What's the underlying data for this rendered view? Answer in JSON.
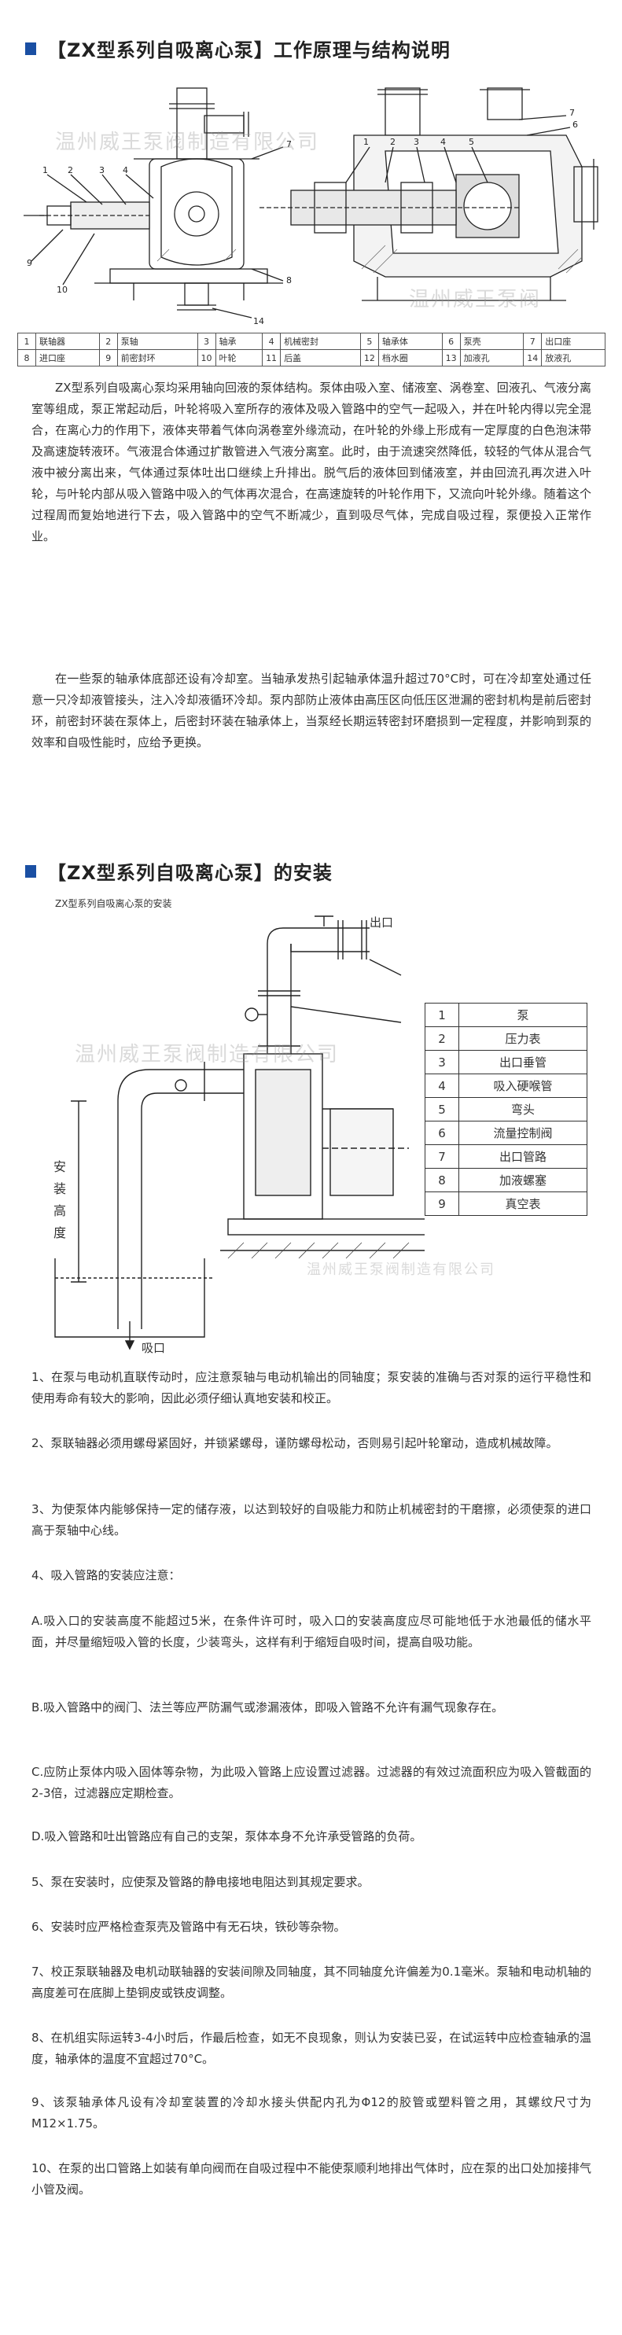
{
  "section1": {
    "title": "【ZX型系列自吸离心泵】工作原理与结构说明",
    "watermark_left": "温州威王泵阀制造有限公司",
    "watermark_right": "温州威王泵阀",
    "legend": [
      {
        "n": "1",
        "label": "联轴器"
      },
      {
        "n": "2",
        "label": "泵轴"
      },
      {
        "n": "3",
        "label": "轴承"
      },
      {
        "n": "4",
        "label": "机械密封"
      },
      {
        "n": "5",
        "label": "轴承体"
      },
      {
        "n": "6",
        "label": "泵壳"
      },
      {
        "n": "7",
        "label": "出口座"
      },
      {
        "n": "8",
        "label": "进口座"
      },
      {
        "n": "9",
        "label": "前密封环"
      },
      {
        "n": "10",
        "label": "叶轮"
      },
      {
        "n": "11",
        "label": "后盖"
      },
      {
        "n": "12",
        "label": "档水圈"
      },
      {
        "n": "13",
        "label": "加液孔"
      },
      {
        "n": "14",
        "label": "放液孔"
      }
    ],
    "para1": "ZX型系列自吸离心泵均采用轴向回液的泵体结构。泵体由吸入室、储液室、涡卷室、回液孔、气液分离室等组成，泵正常起动后，叶轮将吸入室所存的液体及吸入管路中的空气一起吸入，并在叶轮内得以完全混合，在离心力的作用下，液体夹带着气体向涡卷室外缘流动，在叶轮的外缘上形成有一定厚度的白色泡沫带及高速旋转液环。气液混合体通过扩散管进入气液分离室。此时，由于流速突然降低，较轻的气体从混合气液中被分离出来，气体通过泵体吐出口继续上升排出。脱气后的液体回到储液室，并由回流孔再次进入叶轮，与叶轮内部从吸入管路中吸入的气体再次混合，在高速旋转的叶轮作用下，又流向叶轮外缘。随着这个过程周而复始地进行下去，吸入管路中的空气不断减少，直到吸尽气体，完成自吸过程，泵便投入正常作业。",
    "para2": "在一些泵的轴承体底部还设有冷却室。当轴承发热引起轴承体温升超过70°C时，可在冷却室处通过任意一只冷却液管接头，注入冷却液循环冷却。泵内部防止液体由高压区向低压区泄漏的密封机构是前后密封环，前密封环装在泵体上，后密封环装在轴承体上，当泵经长期运转密封环磨损到一定程度，并影响到泵的效率和自吸性能时，应给予更换。"
  },
  "section2": {
    "title": "【ZX型系列自吸离心泵】的安装",
    "figure_caption": "ZX型系列自吸离心泵的安装",
    "outlet_label": "出口",
    "inlet_label": "吸口",
    "height_label": [
      "安",
      "装",
      "高",
      "度"
    ],
    "watermark": "温州威王泵阀制造有限公司",
    "watermark2": "温州威王泵阀制造有限公司",
    "legend": [
      {
        "n": "1",
        "label": "泵"
      },
      {
        "n": "2",
        "label": "压力表"
      },
      {
        "n": "3",
        "label": "出口垂管"
      },
      {
        "n": "4",
        "label": "吸入硬喉管"
      },
      {
        "n": "5",
        "label": "弯头"
      },
      {
        "n": "6",
        "label": "流量控制阀"
      },
      {
        "n": "7",
        "label": "出口管路"
      },
      {
        "n": "8",
        "label": "加液螺塞"
      },
      {
        "n": "9",
        "label": "真空表"
      }
    ],
    "items": [
      "1、在泵与电动机直联传动时，应注意泵轴与电动机输出的同轴度；泵安装的准确与否对泵的运行平稳性和使用寿命有较大的影响，因此必须仔细认真地安装和校正。",
      "2、泵联轴器必须用螺母紧固好，并锁紧螺母，谨防螺母松动，否则易引起叶轮窜动，造成机械故障。",
      "3、为使泵体内能够保持一定的储存液，以达到较好的自吸能力和防止机械密封的干磨擦，必须使泵的进口高于泵轴中心线。",
      "4、吸入管路的安装应注意：",
      "A.吸入口的安装高度不能超过5米，在条件许可时，吸入口的安装高度应尽可能地低于水池最低的储水平面，并尽量缩短吸入管的长度，少装弯头，这样有利于缩短自吸时间，提高自吸功能。",
      "B.吸入管路中的阀门、法兰等应严防漏气或渗漏液体，即吸入管路不允许有漏气现象存在。",
      "C.应防止泵体内吸入固体等杂物，为此吸入管路上应设置过滤器。过滤器的有效过流面积应为吸入管截面的2-3倍，过滤器应定期检查。",
      "D.吸入管路和吐出管路应有自己的支架，泵体本身不允许承受管路的负荷。",
      "5、泵在安装时，应使泵及管路的静电接地电阻达到其规定要求。",
      "6、安装时应严格检查泵壳及管路中有无石块，铁砂等杂物。",
      "7、校正泵联轴器及电机动联轴器的安装间隙及同轴度，其不同轴度允许偏差为0.1毫米。泵轴和电动机轴的高度差可在底脚上垫铜皮或铁皮调整。",
      "8、在机组实际运转3-4小时后，作最后检查，如无不良现象，则认为安装已妥，在试运转中应检查轴承的温度，轴承体的温度不宜超过70°C。",
      "9、该泵轴承体凡设有冷却室装置的冷却水接头供配内孔为Φ12的胶管或塑料管之用，其螺纹尺寸为M12×1.75。",
      "10、在泵的出口管路上如装有单向阀而在自吸过程中不能使泵顺利地排出气体时，应在泵的出口处加接排气小管及阀。"
    ]
  },
  "colors": {
    "accent": "#1a4fa3",
    "text": "#333333",
    "line": "#222222"
  }
}
